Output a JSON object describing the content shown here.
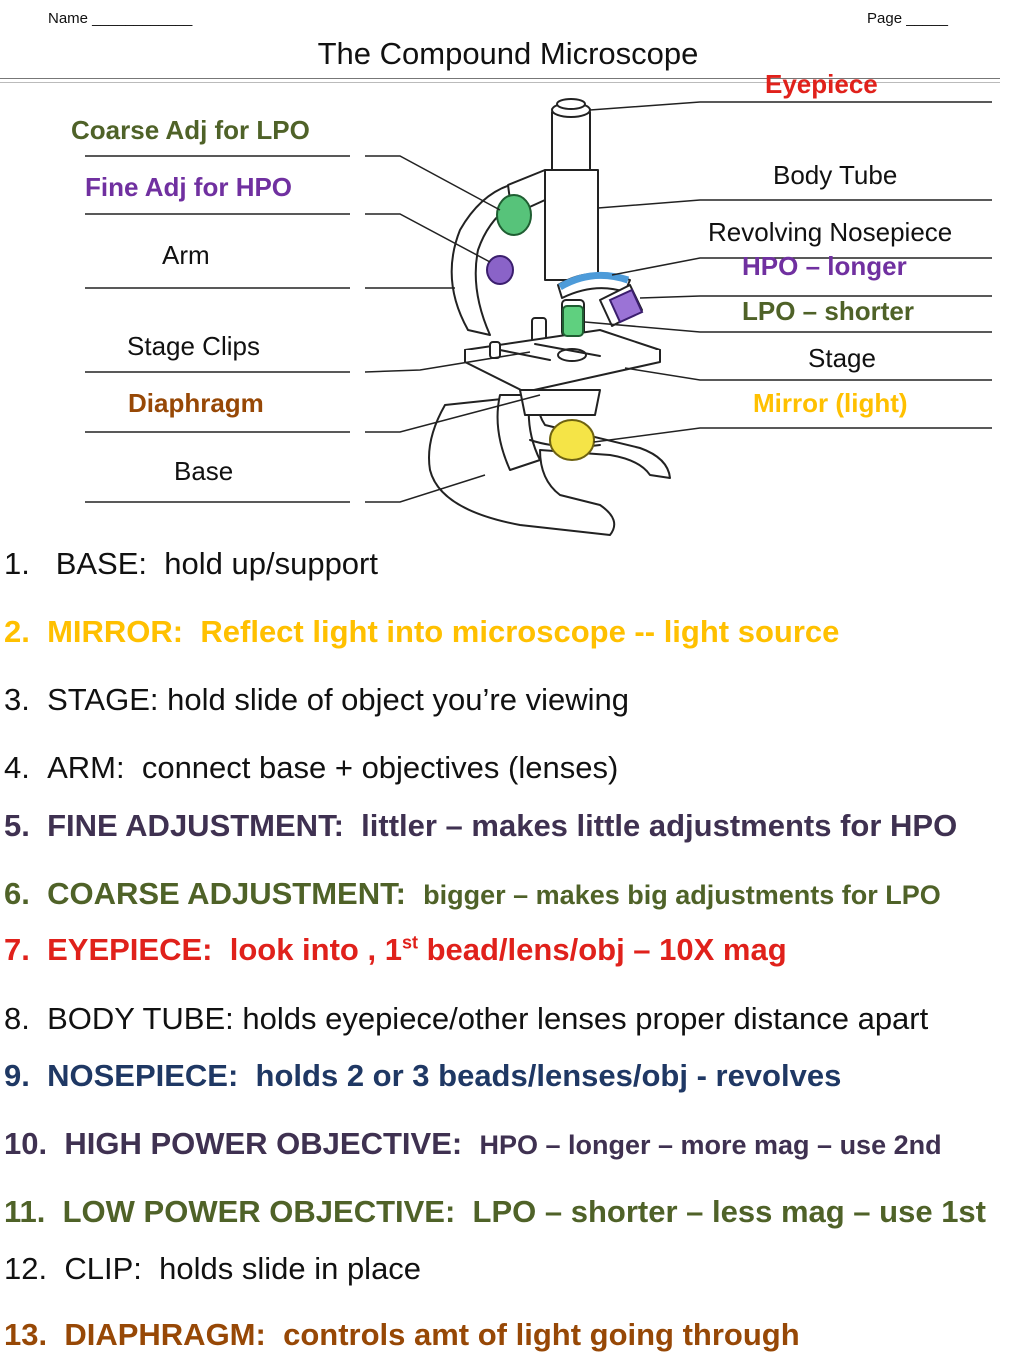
{
  "header": {
    "name_field": "Name ____________",
    "page_field": "Page _____",
    "title": "The Compound Microscope"
  },
  "labels_left": [
    {
      "text": "Coarse Adj for LPO",
      "color": "#4f6228"
    },
    {
      "text": "Fine Adj for HPO",
      "color": "#7030a0"
    },
    {
      "text": "Arm",
      "color": "#111111"
    },
    {
      "text": "Stage Clips",
      "color": "#111111"
    },
    {
      "text": "Diaphragm",
      "color": "#974806"
    },
    {
      "text": "Base",
      "color": "#111111"
    }
  ],
  "labels_right": [
    {
      "text": "Eyepiece",
      "color": "#e0211b"
    },
    {
      "text": "Body Tube",
      "color": "#111111"
    },
    {
      "text": "Revolving Nosepiece",
      "color": "#111111"
    },
    {
      "text": "HPO – longer",
      "color": "#7030a0"
    },
    {
      "text": "LPO – shorter",
      "color": "#4f6228"
    },
    {
      "text": "Stage",
      "color": "#111111"
    },
    {
      "text": "Mirror (light)",
      "color": "#ffc000"
    }
  ],
  "definitions": [
    {
      "num": "1.",
      "term": "BASE:",
      "desc": "hold up/support",
      "color": "#111111"
    },
    {
      "num": "2.",
      "term": "MIRROR:",
      "desc": "Reflect light into microscope  --  light source",
      "color": "#ffc000"
    },
    {
      "num": "3.",
      "term": "STAGE:",
      "desc": "hold slide of object you’re viewing",
      "color": "#111111"
    },
    {
      "num": "4.",
      "term": "ARM:",
      "desc": "connect base + objectives (lenses)",
      "color": "#111111"
    },
    {
      "num": "5.",
      "term": "FINE ADJUSTMENT:",
      "desc": "littler – makes little adjustments for HPO",
      "color": "#3f3151"
    },
    {
      "num": "6.",
      "term": "COARSE ADJUSTMENT:",
      "desc": "bigger – makes big adjustments for LPO",
      "color": "#4f6228"
    },
    {
      "num": "7.",
      "term": "EYEPIECE:",
      "desc_pre": "look into , 1",
      "sup": "st",
      "desc_post": " bead/lens/obj – 10X mag",
      "color": "#e0211b"
    },
    {
      "num": "8.",
      "term": "BODY TUBE:",
      "desc": "holds eyepiece/other lenses proper distance apart",
      "color": "#111111"
    },
    {
      "num": "9.",
      "term": "NOSEPIECE:",
      "desc": "holds 2 or 3 beads/lenses/obj - revolves",
      "color": "#1f3864"
    },
    {
      "num": "10.",
      "term": "HIGH POWER OBJECTIVE:",
      "desc": "HPO – longer – more mag – use 2nd",
      "color": "#3f3151"
    },
    {
      "num": "11.",
      "term": "LOW POWER OBJECTIVE:",
      "desc": "LPO – shorter – less mag – use 1st",
      "color": "#4f6228"
    },
    {
      "num": "12.",
      "term": "CLIP:",
      "desc": "holds slide in place",
      "color": "#111111"
    },
    {
      "num": "13.",
      "term": "DIAPHRAGM:",
      "desc": "controls amt of light going through",
      "color": "#974806"
    }
  ]
}
